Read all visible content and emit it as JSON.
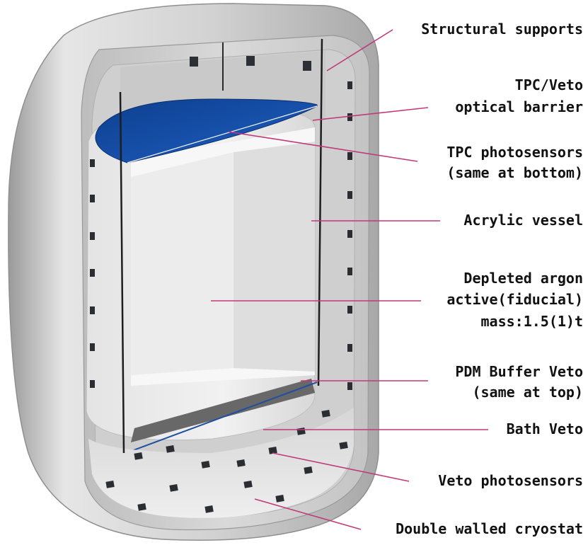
{
  "labels": {
    "structural_supports": "Structural supports",
    "optical_barrier_1": "TPC/Veto",
    "optical_barrier_2": "optical barrier",
    "tpc_photosensors_1": "TPC photosensors",
    "tpc_photosensors_2": "(same at bottom)",
    "acrylic_vessel": "Acrylic vessel",
    "argon_1": "Depleted argon",
    "argon_2": "active(fiducial)",
    "argon_3": "mass:1.5(1)t",
    "pdm_buffer_1": "PDM Buffer Veto",
    "pdm_buffer_2": "(same at top)",
    "bath_veto": "Bath Veto",
    "veto_photosensors": "Veto photosensors",
    "cryostat": "Double walled cryostat"
  },
  "colors": {
    "leader_line": "#c0397a",
    "optical_barrier": "#1f4fa0",
    "cryostat": "#c8c8c8",
    "photosensor": "#2a2e33",
    "label_text": "#111111"
  }
}
